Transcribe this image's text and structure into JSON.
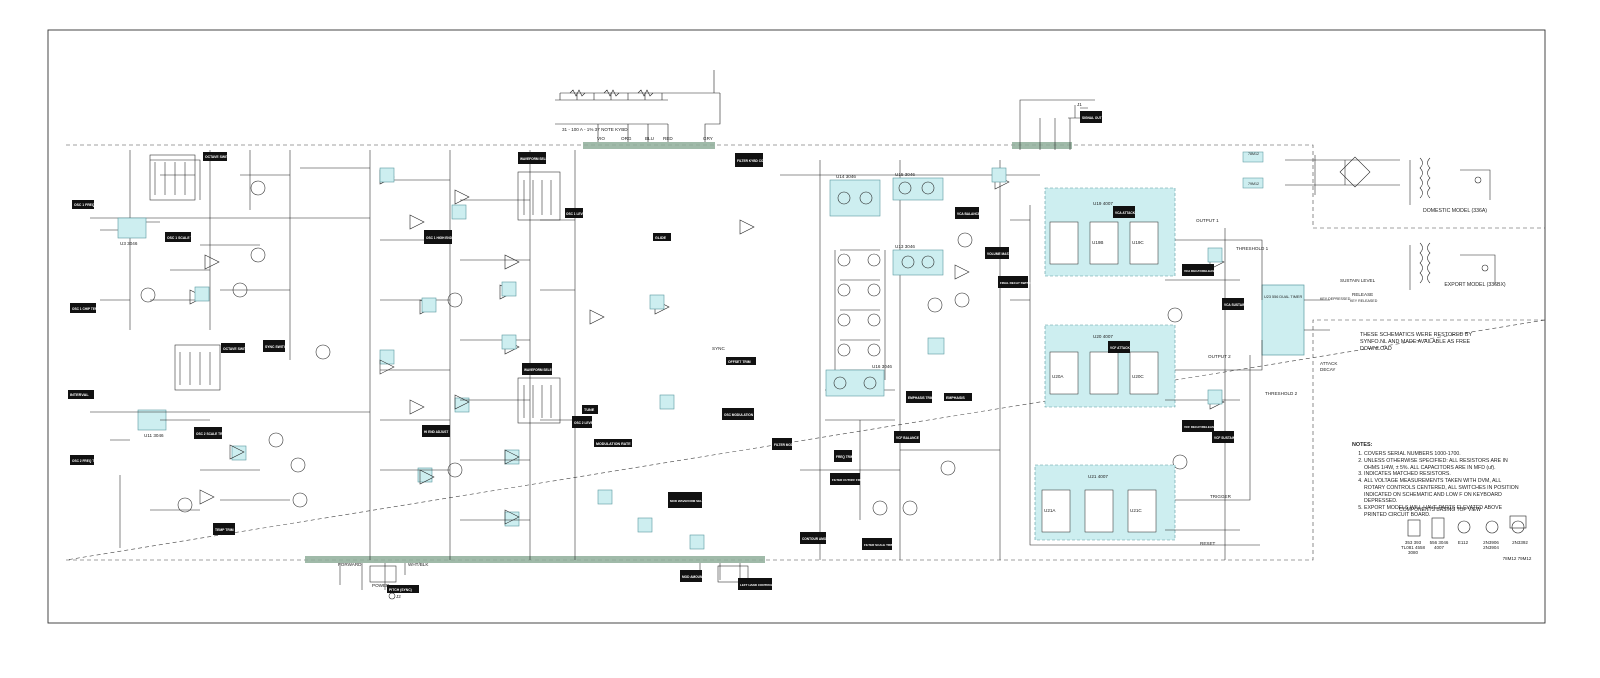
{
  "diagram": {
    "type": "schematic",
    "black_labels": {
      "osc1_freq_trim": "OSC 1 FREQ TRIM",
      "octave_switch": "OCTAVE SWITCH",
      "osc1_scale_trim": "OSC 1 SCALE TRIM",
      "osc1_high_end_trim": "OSC 1 HIGH END TRIM",
      "waveform_select_1": "WAVEFORM SELECT",
      "osc1_level": "OSC 1 LEVEL",
      "filter_kybd_control": "FILTER KYBD CONTROL",
      "glide": "GLIDE",
      "osc1_chip_temp_trim": "OSC 1 CHIP TEMP TRIM",
      "octave_switch_2": "OCTAVE SWITCH",
      "sync_switch": "SYNC SWITCH",
      "waveform_select_2": "WAVEFORM SELECT",
      "interval": "INTERVAL",
      "osc2_scale_trim": "OSC 2 SCALE TRIM",
      "hi_end_adjust": "HI END ADJUST",
      "tune": "TUNE",
      "osc2_level": "OSC 2 LEVEL",
      "osc2_freq_trim": "OSC 2 FREQ TRIM",
      "temp_trim": "TEMP TRIM",
      "modulation_rate": "MODULATION RATE",
      "mod_waveform_sel_sw": "MOD WAVEFORM SEL SW",
      "mod_amount": "MOD AMOUNT",
      "left_hand_controller": "LEFT HAND CONTROLLER",
      "pitch_sync": "PITCH (SYNC)",
      "offset_trim": "OFFSET TRIM",
      "osc_modulation": "OSC MODULATION",
      "filter_mod": "FILTER MOD",
      "freq_trim": "FREQ TRIM",
      "filter_cutoff_freq": "FILTER CUTOFF FREQ",
      "contour_amount": "CONTOUR AMOUNT",
      "filter_scale_trim": "FILTER SCALE TRIM",
      "emphasis_trim": "EMPHASIS TRIM",
      "emphasis": "EMPHASIS",
      "vcf_balance": "VCF BALANCE",
      "vca_balance": "VCA BALANCE",
      "volume_master": "VOLUME MASTER",
      "signal_out": "SIGNAL OUT",
      "final_decay_switch": "FINAL DECAY SWITCH",
      "vca_attack": "VCA ATTACK",
      "vca_decay_release": "VCA DECAY/RELEASE",
      "vca_sustain": "VCA SUSTAIN",
      "vcf_attack": "VCF ATTACK",
      "vcf_decay_release": "VCF DECAY/RELEASE",
      "vcf_sustain": "VCF SUSTAIN"
    },
    "keyboard": {
      "label": "31 - 100 A - 1% 37 NOTE KYBD",
      "terminals": [
        "VIO",
        "ORG",
        "BLU",
        "RED",
        "GRY"
      ]
    },
    "chips": {
      "u3": "U3 3046",
      "u11": "U11 3046",
      "u14": "U14 3046",
      "u15": "U15 3046",
      "u13": "U13 3046",
      "u16": "U16 3046",
      "u19": "U19 4007",
      "u19b": "U19B",
      "u19c": "U19C",
      "u20": "U20 4007",
      "u20a": "U20A",
      "u20c": "U20C",
      "u21": "U21 4007",
      "u21a": "U21A",
      "u21c": "U21C",
      "u23": "U23 556 DUAL TIMER"
    },
    "misc_labels": {
      "output1": "OUTPUT 1",
      "output2": "OUTPUT 2",
      "threshold1": "THRESHOLD 1",
      "threshold2": "THRESHOLD 2",
      "trigger": "TRIGGER",
      "reset": "RESET",
      "sync": "SYNC",
      "forward": "FORWARD",
      "power": "POWER",
      "wht_blk": "WHT/BLK",
      "sustain_level": "SUSTAIN LEVEL",
      "release": "RELEASE",
      "key_depressed": "KEY DEPRESSED",
      "key_released": "KEY RELEASED",
      "attack": "ATTACK",
      "decay": "DECAY",
      "j1": "J1",
      "j2": "J2"
    },
    "power_supply": {
      "regulator_pos": "78M12",
      "regulator_neg": "79M12",
      "domestic_model": "DOMESTIC MODEL (336A)",
      "export_model": "EXPORT MODEL (336BX)"
    },
    "restored_note": "THESE SCHEMATICS WERE RESTORED BY SYNFO.NL AND MADE AVAILABLE AS FREE DOWNLOAD",
    "notes": {
      "title": "NOTES:",
      "items": [
        "COVERS SERIAL NUMBERS 1000-1700.",
        "UNLESS OTHERWISE SPECIFIED: ALL RESISTORS ARE IN OHMS 1/4W, ± 5%. ALL CAPACITORS ARE IN MFD (uf).",
        "INDICATES MATCHED RESISTORS.",
        "ALL VOLTAGE MEASUREMENTS TAKEN WITH DVM, ALL ROTARY CONTROLS CENTERED, ALL SWITCHES IN POSITION INDICATED ON SCHEMATIC AND LOW F ON KEYBOARD DEPRESSED.",
        "EXPORT MODELS WILL HAVE PARTS ELEVATED ABOVE PRINTED CIRCUIT BOARD."
      ]
    },
    "component_basing": {
      "title": "COMPONENTS BASING TOP VIEW",
      "packages": [
        {
          "label": "353 393 TL081 4558 3080"
        },
        {
          "label": "556 3046 4007"
        },
        {
          "label": "E112"
        },
        {
          "label": "2N3906 2N3904"
        },
        {
          "label": "2N3392"
        },
        {
          "label": "78M12 79M12"
        }
      ]
    },
    "colors": {
      "ink": "#222222",
      "highlight_ic": "#cdeef0",
      "highlight_ic_border": "#5a9aa0",
      "connector_bar": "#8fae9a",
      "label_bg": "#111111"
    }
  }
}
